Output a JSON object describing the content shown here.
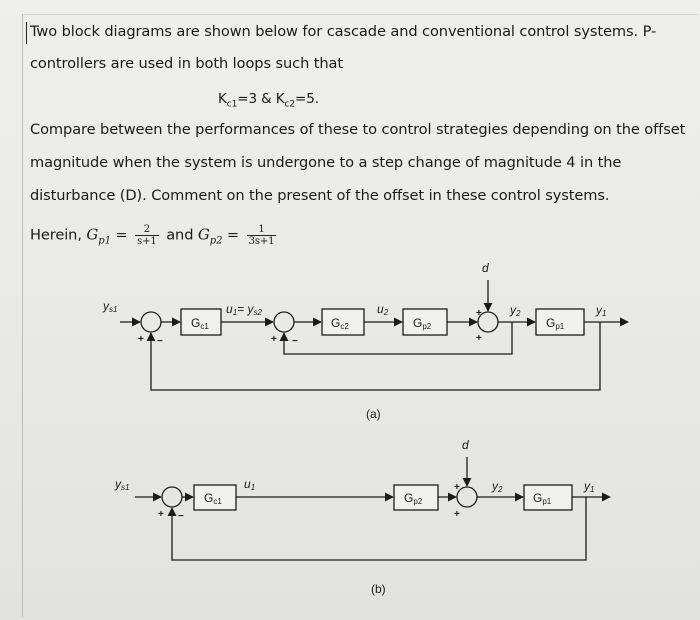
{
  "problem": {
    "line1": "Two block diagrams are shown below for cascade and conventional control systems. P-",
    "line2": "controllers are used in both loops such that",
    "gains_kc1": "K",
    "gains_kc1_sub": "c1",
    "gains_kc1_val": "=3  &  ",
    "gains_kc2": "K",
    "gains_kc2_sub": "c2",
    "gains_kc2_val": "=5.",
    "line4": "Compare between the performances of these to control strategies depending on the offset",
    "line5": "magnitude when the system is undergone to a step change of magnitude 4 in the",
    "line6": "disturbance (D). Comment on the present of the offset in these control systems.",
    "herein": "Herein, ",
    "gp1": "G",
    "gp1_sub": "p1",
    "eq": " = ",
    "gp1_num": "2",
    "gp1_den": "s+1",
    "and": " and ",
    "gp2": "G",
    "gp2_sub": "p2",
    "gp2_num": "1",
    "gp2_den": "3s+1"
  },
  "diagram_a": {
    "caption": "(a)",
    "ys1": "y",
    "ys1_sub": "s1",
    "gc1": "G",
    "gc1_sub": "c1",
    "u1ys2": "u",
    "u1ys2_sub1": "1",
    "u1ys2_eq": "= y",
    "u1ys2_sub2": "s2",
    "gc2": "G",
    "gc2_sub": "c2",
    "u2": "u",
    "u2_sub": "2",
    "gp2": "G",
    "gp2_sub": "p2",
    "d": "d",
    "y2": "y",
    "y2_sub": "2",
    "gp1": "G",
    "gp1_sub": "p1",
    "y1": "y",
    "y1_sub": "1",
    "plus": "+",
    "minus": "−"
  },
  "diagram_b": {
    "caption": "(b)",
    "ys1": "y",
    "ys1_sub": "s1",
    "gc1": "G",
    "gc1_sub": "c1",
    "u1": "u",
    "u1_sub": "1",
    "gp2": "G",
    "gp2_sub": "p2",
    "d": "d",
    "y2": "y",
    "y2_sub": "2",
    "gp1": "G",
    "gp1_sub": "p1",
    "y1": "y",
    "y1_sub": "1",
    "plus": "+",
    "minus": "−"
  }
}
